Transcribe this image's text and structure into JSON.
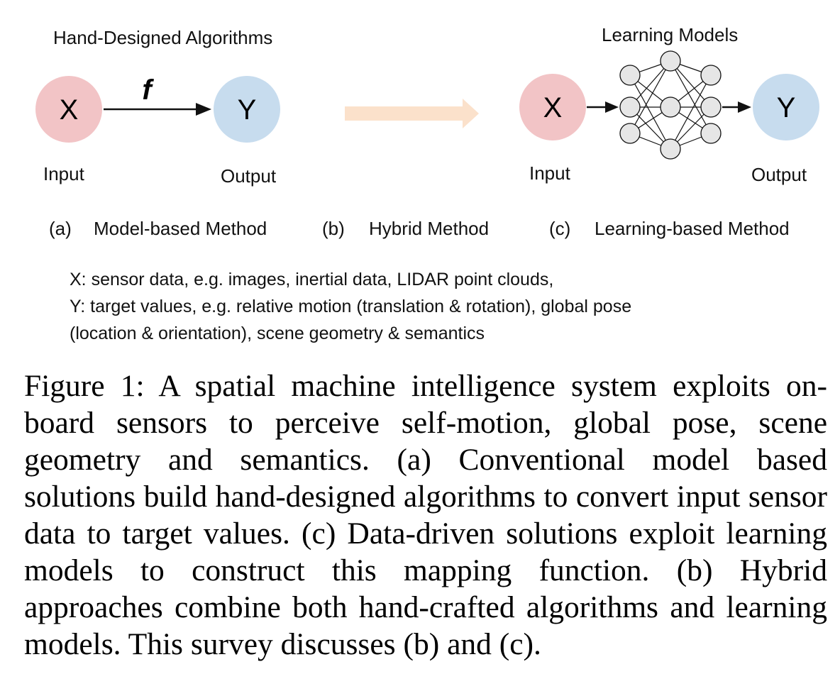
{
  "panel_a": {
    "title": "Hand-Designed Algorithms",
    "function_label": "f",
    "input_node": "X",
    "output_node": "Y",
    "input_label": "Input",
    "output_label": "Output"
  },
  "panel_c": {
    "title": "Learning Models",
    "input_node": "X",
    "output_node": "Y",
    "input_label": "Input",
    "output_label": "Output"
  },
  "subcaptions": {
    "a_tag": "(a)",
    "a_name": "Model-based Method",
    "b_tag": "(b)",
    "b_name": "Hybrid Method",
    "c_tag": "(c)",
    "c_name": "Learning-based Method"
  },
  "legend": {
    "line1": "X: sensor data, e.g. images, inertial data, LIDAR point clouds,",
    "line2": "Y: target values, e.g. relative motion (translation & rotation), global pose",
    "line3": "(location & orientation), scene geometry & semantics"
  },
  "caption": "Figure 1: A spatial machine intelligence system exploits on-board sensors to perceive self-motion, global pose, scene geometry and semantics. (a) Conventional model based solutions build hand-designed algorithms to convert input sensor data to target values. (c) Data-driven solutions exploit learning models to construct this mapping function. (b) Hybrid approaches combine both hand-crafted algorithms and learning models. This survey discusses (b) and (c).",
  "colors": {
    "input_node": "#f2c4c6",
    "output_node": "#c7dcee",
    "hybrid_arrow": "#fbe1cb",
    "neuron": "#e6e6e6",
    "stroke": "#111111"
  }
}
